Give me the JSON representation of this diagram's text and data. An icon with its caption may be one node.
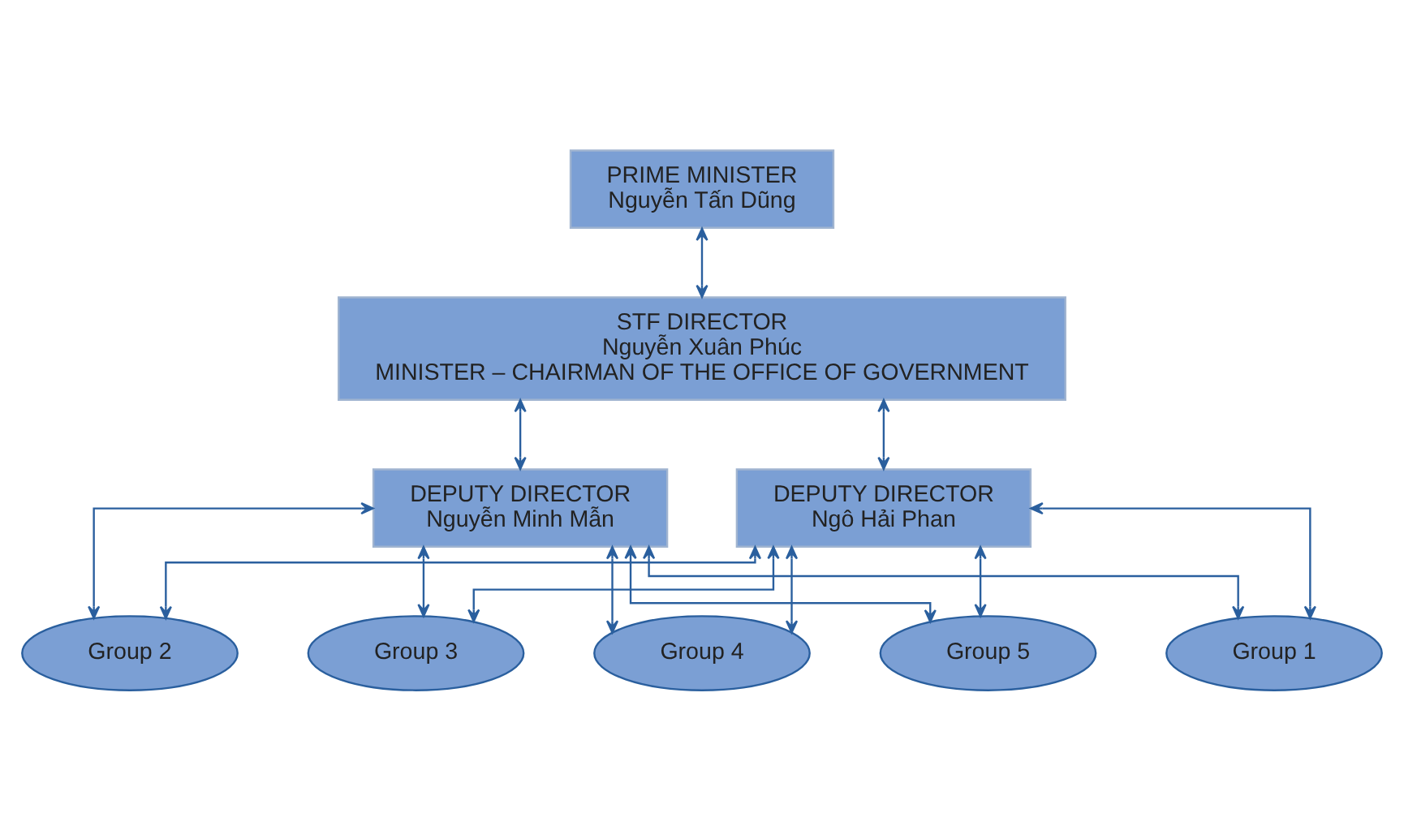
{
  "diagram": {
    "nodes": [
      {
        "text": [
          "PRIME MINISTER",
          "Nguyễn Tấn Dũng"
        ]
      },
      {
        "text": [
          "STF DIRECTOR",
          "Nguyễn Xuân Phúc",
          "MINISTER – CHAIRMAN OF THE OFFICE OF GOVERNMENT"
        ]
      },
      {
        "text": [
          "DEPUTY DIRECTOR",
          "Nguyễn Minh Mẫn"
        ]
      },
      {
        "text": [
          "DEPUTY DIRECTOR",
          "Ngô Hải Phan"
        ]
      },
      {
        "text": [
          "Group 1"
        ]
      },
      {
        "text": [
          "Group 2"
        ]
      },
      {
        "text": [
          "Group 3"
        ]
      },
      {
        "text": [
          "Group 4"
        ]
      },
      {
        "text": [
          "Group 5"
        ]
      }
    ],
    "edges": [
      {
        "from": 0,
        "to": 1,
        "arrow": "both"
      },
      {
        "from": 1,
        "to": 2,
        "arrow": "both"
      },
      {
        "from": 1,
        "to": 3,
        "arrow": "both"
      },
      {
        "from": 2,
        "to": 4,
        "arrow": "both"
      },
      {
        "from": 2,
        "to": 5,
        "arrow": "both"
      },
      {
        "from": 2,
        "to": 6,
        "arrow": "both"
      },
      {
        "from": 2,
        "to": 7,
        "arrow": "both"
      },
      {
        "from": 2,
        "to": 8,
        "arrow": "both"
      },
      {
        "from": 3,
        "to": 4,
        "arrow": "both"
      },
      {
        "from": 3,
        "to": 5,
        "arrow": "both"
      },
      {
        "from": 3,
        "to": 6,
        "arrow": "both"
      },
      {
        "from": 3,
        "to": 7,
        "arrow": "both"
      },
      {
        "from": 3,
        "to": 8,
        "arrow": "both"
      }
    ]
  }
}
